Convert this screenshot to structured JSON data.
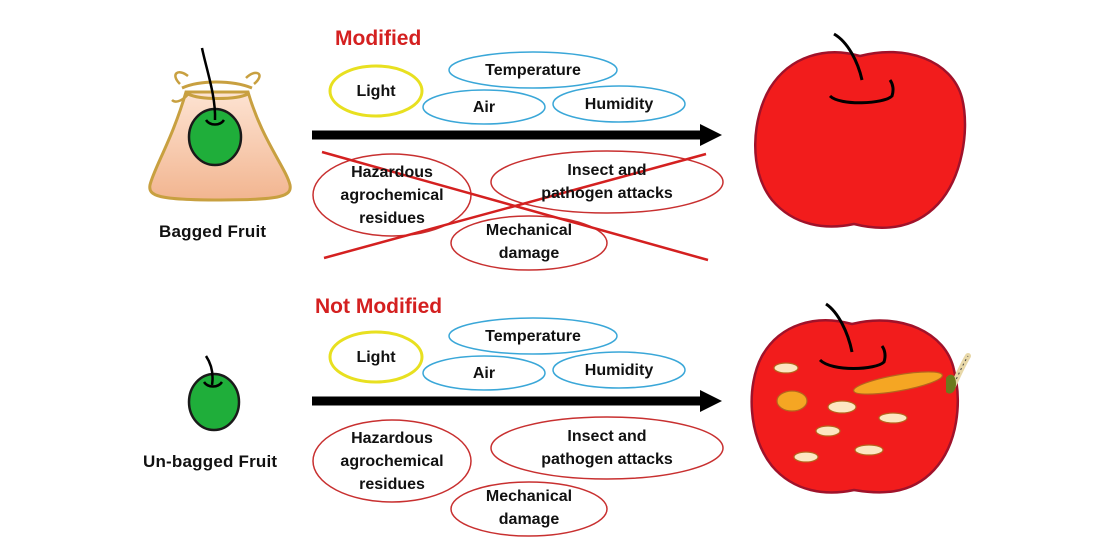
{
  "panels": {
    "bagged": {
      "caption": "Bagged Fruit",
      "heading": "Modified",
      "factors": {
        "light": "Light",
        "temperature": "Temperature",
        "air": "Air",
        "humidity": "Humidity"
      },
      "threats": {
        "hazardous_1": "Hazardous",
        "hazardous_2": "agrochemical",
        "hazardous_3": "residues",
        "insect_1": "Insect and",
        "insect_2": "pathogen attacks",
        "mechanical_1": "Mechanical",
        "mechanical_2": "damage"
      },
      "threats_crossed_out": true
    },
    "unbagged": {
      "caption": "Un-bagged  Fruit",
      "heading": "Not Modified",
      "factors": {
        "light": "Light",
        "temperature": "Temperature",
        "air": "Air",
        "humidity": "Humidity"
      },
      "threats": {
        "hazardous_1": "Hazardous",
        "hazardous_2": "agrochemical",
        "hazardous_3": "residues",
        "insect_1": "Insect and",
        "insect_2": "pathogen attacks",
        "mechanical_1": "Mechanical",
        "mechanical_2": "damage"
      },
      "threats_crossed_out": false
    }
  },
  "colors": {
    "heading": "#d42020",
    "apple_red": "#f21c1c",
    "apple_outline": "#a0122a",
    "green_fruit": "#1fae3a",
    "bag_fill": "#f7c7a8",
    "bag_outline": "#c8a040",
    "light_outline": "#e8e020",
    "climate_outline": "#3aa7d8",
    "threat_outline": "#c83030",
    "arrow": "#000000",
    "spot_fill": "#fde7c2",
    "spot_orange": "#f5a623"
  },
  "icons": {
    "bagged_fruit": "bagged-green-fruit-icon",
    "unbagged_fruit": "green-fruit-icon",
    "healthy_apple": "healthy-apple-icon",
    "damaged_apple": "damaged-apple-icon"
  }
}
